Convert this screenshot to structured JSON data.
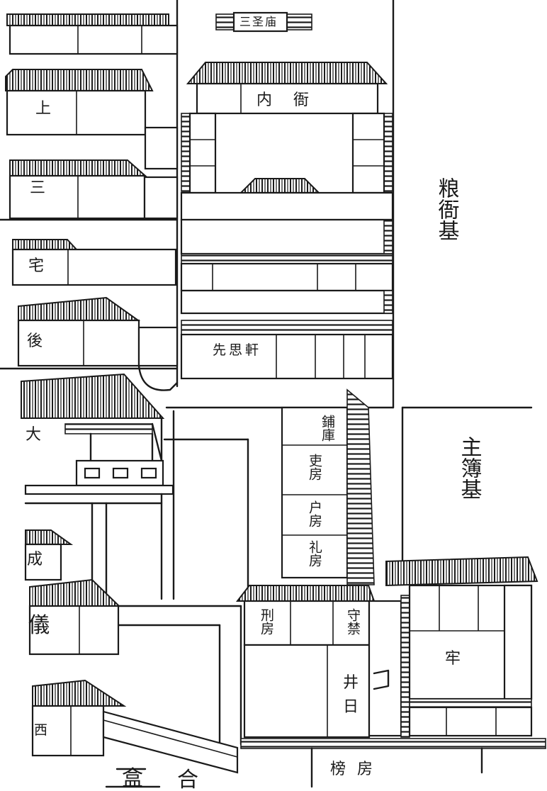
{
  "labels": {
    "temple_sign": "三圣庙",
    "inner_office": "内衙",
    "xiansi_hall": "先思軒",
    "grain_office_base": "粮衙基",
    "registrar_base": "主簿基",
    "upper": "上",
    "third": "三",
    "residence": "宅",
    "rear": "後",
    "great": "大",
    "rite_gate": "成",
    "ceremony": "儀",
    "west": "西",
    "treasury": "鋪庫",
    "household_room": "吏房",
    "revenue_room": "户房",
    "rites_room": "礼房",
    "punishment_room": "刑房",
    "jailer": "守禁",
    "jail": "牢",
    "well": "井",
    "sun": "日",
    "bang_room": "榜房",
    "hall_bottom_left": "盒",
    "bottom_mid": "合"
  }
}
